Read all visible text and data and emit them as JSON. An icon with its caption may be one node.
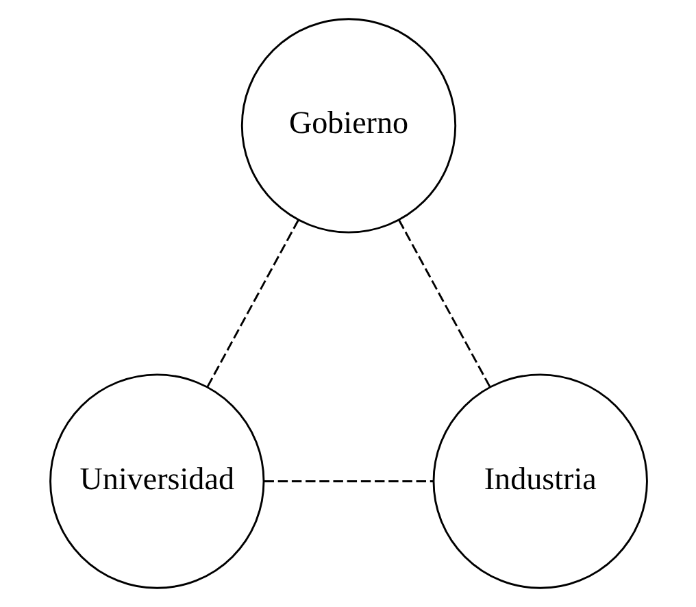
{
  "diagram": {
    "nodes": [
      {
        "text": [
          "Gobierno"
        ]
      },
      {
        "text": [
          "Universidad"
        ]
      },
      {
        "text": [
          "Industria"
        ]
      }
    ],
    "edges": [
      {
        "from": 0,
        "to": 1,
        "arrow": "none",
        "style": "dashed"
      },
      {
        "from": 0,
        "to": 2,
        "arrow": "none",
        "style": "dashed"
      },
      {
        "from": 1,
        "to": 2,
        "arrow": "none",
        "style": "dashed"
      }
    ]
  }
}
